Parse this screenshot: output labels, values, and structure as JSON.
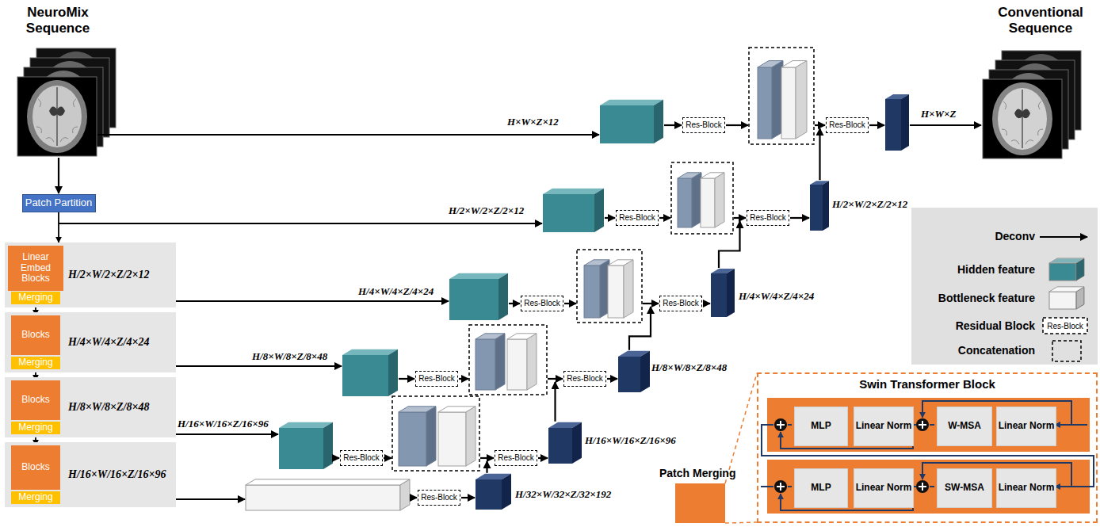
{
  "diagram": {
    "nodes": [
      {
        "text": [
          "Patch Partition"
        ]
      },
      {
        "text": [
          "H/2×W/2×Z/2×12"
        ]
      },
      {
        "text": [
          "Linear Embed Blocks"
        ],
        "in": 1
      },
      {
        "text": [
          "Merging"
        ],
        "in": 1
      },
      {
        "text": [
          "H/4×W/4×Z/4×24"
        ]
      },
      {
        "text": [
          "Blocks"
        ],
        "in": 4
      },
      {
        "text": [
          "Merging"
        ],
        "in": 4
      },
      {
        "text": [
          "H/8×W/8×Z/8×48"
        ]
      },
      {
        "text": [
          "Blocks"
        ],
        "in": 7
      },
      {
        "text": [
          "Merging"
        ],
        "in": 7
      },
      {
        "text": [
          "H/16×W/16×Z/16×96"
        ]
      },
      {
        "text": [
          "Blocks"
        ],
        "in": 10
      },
      {
        "text": [
          "Merging"
        ],
        "in": 10
      },
      {
        "text": [
          "Res-Block"
        ]
      },
      {
        "text": [
          "Res-Block"
        ]
      },
      {
        "text": [
          "Res-Block"
        ]
      },
      {
        "text": [
          "Res-Block"
        ]
      },
      {
        "text": [
          "Res-Block"
        ]
      },
      {
        "text": [
          "Res-Block"
        ]
      },
      {
        "text": [
          "Res-Block"
        ]
      },
      {
        "text": [
          "Res-Block"
        ]
      },
      {
        "text": [
          "Res-Block"
        ]
      },
      {
        "text": [
          "Res-Block"
        ]
      },
      {
        "text": [
          "Res-Block"
        ]
      },
      {
        "text": [
          "Swin Transformer Block"
        ]
      },
      {
        "text": [
          "MLP"
        ],
        "in": 24
      },
      {
        "text": [
          "Linear Norm"
        ],
        "in": 24
      },
      {
        "text": [
          "W-MSA"
        ],
        "in": 24
      },
      {
        "text": [
          "Linear Norm"
        ],
        "in": 24
      },
      {
        "text": [
          "MLP"
        ],
        "in": 24
      },
      {
        "text": [
          "Linear Norm"
        ],
        "in": 24
      },
      {
        "text": [
          "SW-MSA"
        ],
        "in": 24
      },
      {
        "text": [
          "Linear Norm"
        ],
        "in": 24
      }
    ],
    "edges": [
      {
        "from": 0,
        "to": 1,
        "arrow": "to"
      },
      {
        "from": 3,
        "to": 5,
        "arrow": "to"
      },
      {
        "from": 6,
        "to": 8,
        "arrow": "to"
      },
      {
        "from": 9,
        "to": 11,
        "arrow": "to"
      }
    ],
    "labels": [
      "NeuroMix Sequence",
      "Conventional Sequence",
      "H×W×Z×12",
      "H/2×W/2×Z/2×12",
      "H/2×W/2×Z/2×12",
      "H/4×W/4×Z/4×24",
      "H/4×W/4×Z/4×24",
      "H/8×W/8×Z/8×48",
      "H/8×W/8×Z/8×48",
      "H/16×W/16×Z/16×96",
      "H/16×W/16×Z/16×96",
      "H/32×W/32×Z/32×192",
      "H×W×Z",
      "Res-Block",
      "Patch Merging"
    ],
    "legend": [
      {
        "text": "Deconv"
      },
      {
        "text": "Hidden feature",
        "color": "#3a8a93"
      },
      {
        "text": "Bottleneck feature",
        "color": "#f4f4f4"
      },
      {
        "text": "Residual Block"
      },
      {
        "text": "Concatenation"
      }
    ]
  }
}
